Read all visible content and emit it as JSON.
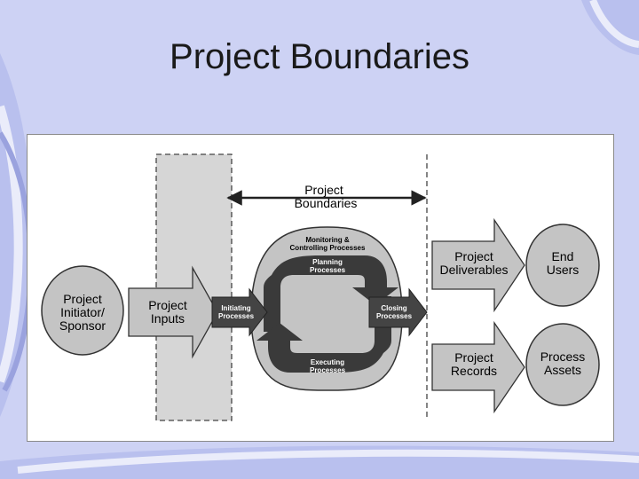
{
  "slide": {
    "title": "Project Boundaries"
  },
  "diagram": {
    "boundary_label": [
      "Project",
      "Boundaries"
    ],
    "initiator_label": [
      "Project",
      "Initiator/",
      "Sponsor"
    ],
    "inputs_label": [
      "Project",
      "Inputs"
    ],
    "initiating_label": [
      "Initiating",
      "Processes"
    ],
    "monitoring_label": [
      "Monitoring &",
      "Controlling Processes"
    ],
    "planning_label": [
      "Planning",
      "Processes"
    ],
    "executing_label": [
      "Executing",
      "Processes"
    ],
    "closing_label": [
      "Closing",
      "Processes"
    ],
    "deliverables_label": [
      "Project",
      "Deliverables"
    ],
    "records_label": [
      "Project",
      "Records"
    ],
    "end_users_label": [
      "End",
      "Users"
    ],
    "process_assets_label": [
      "Process",
      "Assets"
    ]
  },
  "colors": {
    "background": "#cdd2f4",
    "shape_fill": "#c4c4c4",
    "dark_fill": "#3a3a3a",
    "ring_fill": "#9a9a9a",
    "stroke": "#333333"
  }
}
